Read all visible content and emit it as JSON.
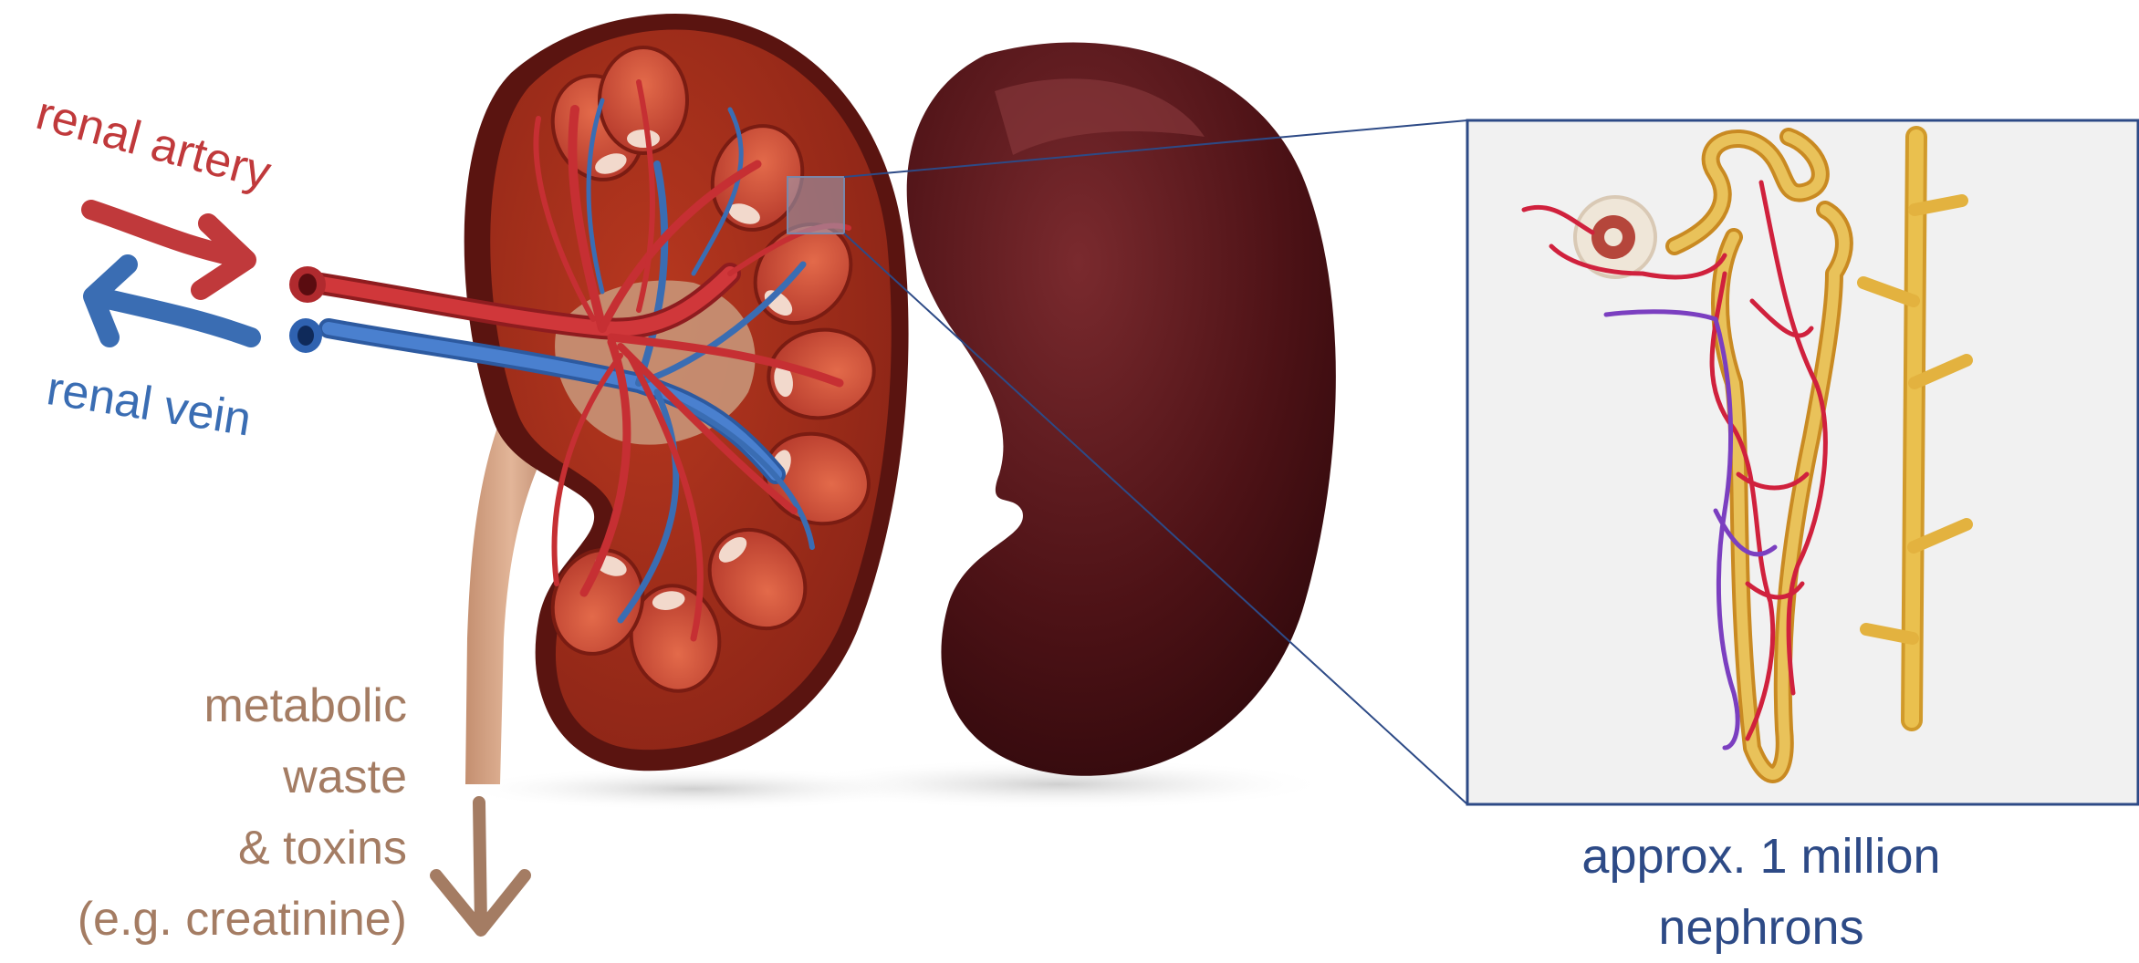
{
  "labels": {
    "renal_artery": "renal artery",
    "renal_vein": "renal vein",
    "waste_lines": [
      "metabolic",
      "waste",
      "& toxins",
      "(e.g. creatinine)"
    ],
    "nephron_lines": [
      "approx. 1 million",
      "nephrons"
    ]
  },
  "colors": {
    "artery": "#c0393b",
    "vein": "#3a6db3",
    "waste": "#a47c63",
    "nephron_text": "#2d4a86",
    "kidney_outer": "#4d1216",
    "kidney_cortex": "#9e2a1d",
    "pyramid": "#d4553a",
    "ureter": "#d8a68a",
    "inset_border": "#2d4a86",
    "inset_bg": "#f1f1f1",
    "tubule": "#e7b93f",
    "capillary": "#d0213d",
    "vasa_vein": "#7b3fc0"
  },
  "icons": {
    "artery_arrow": "arrow-right-icon",
    "vein_arrow": "arrow-left-icon",
    "waste_arrow": "arrow-down-icon"
  }
}
